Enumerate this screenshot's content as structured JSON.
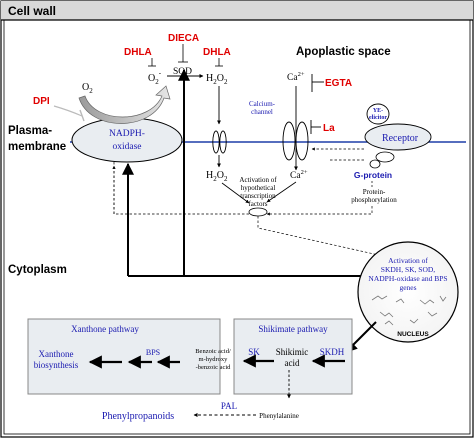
{
  "colors": {
    "frame_gray": "#d9d9d9",
    "membrane_blue": "#1f3ea8",
    "text_blue": "#1a1ab0",
    "inhibitor_red": "#e00000",
    "box_bg": "#e9edf1",
    "black": "#000000"
  },
  "labels": {
    "cell_wall": "Cell wall",
    "apoplastic_space": "Apoplastic space",
    "plasma_membrane_1": "Plasma-",
    "plasma_membrane_2": "membrane",
    "cytoplasm": "Cytoplasm",
    "nadph_oxidase_1": "NADPH-",
    "nadph_oxidase_2": "oxidase",
    "o2": "O",
    "o2_sub": "2",
    "o2_radical": "O",
    "o2_radical_sub": "2",
    "o2_radical_sup": "-",
    "sod": "SOD",
    "h2o2_top": "H",
    "h2o2_top_sub1": "2",
    "h2o2_top_mid": "O",
    "h2o2_top_sub2": "2",
    "h2o2_bottom": "H",
    "h2o2_bottom_sub1": "2",
    "h2o2_bottom_mid": "O",
    "h2o2_bottom_sub2": "2",
    "ca_top": "Ca",
    "ca_top_sup": "2+",
    "ca_bottom": "Ca",
    "ca_bottom_sup": "2+",
    "calcium_channel_1": "Calcium-",
    "calcium_channel_2": "channel",
    "ye_elicitor_1": "YE-",
    "ye_elicitor_2": "elicitor",
    "receptor": "Receptor",
    "g_protein": "G-protein",
    "protein_phosph_1": "Protein-",
    "protein_phosph_2": "phosphorylation",
    "transcription_1": "Activation of",
    "transcription_2": "hypothetical",
    "transcription_3": "transcription",
    "transcription_4": "factors",
    "nucleus_text_1": "Activation of",
    "nucleus_text_2": "SKDH, SK, SOD,",
    "nucleus_text_3": "NADPH-oxidase and BPS",
    "nucleus_text_4": "genes",
    "nucleus": "NUCLEUS",
    "xanthone_pathway": "Xanthone pathway",
    "xanthone_bio_1": "Xanthone",
    "xanthone_bio_2": "biosynthesis",
    "bps": "BPS",
    "benzoic_1": "Benzoic acid/",
    "benzoic_2": "m-hydroxy",
    "benzoic_3": "-benzoic acid",
    "shikimate_pathway": "Shikimate pathway",
    "sk": "SK",
    "shikimic_1": "Shikimic",
    "shikimic_2": "acid",
    "skdh": "SKDH",
    "phenylpropanoids": "Phenylpropanoids",
    "pal": "PAL",
    "phenylalanine": "Phenylalanine"
  },
  "inhibitors": {
    "dpi": "DPI",
    "dhla_left": "DHLA",
    "dieca": "DIECA",
    "dhla_right": "DHLA",
    "egta": "EGTA",
    "la": "La"
  }
}
